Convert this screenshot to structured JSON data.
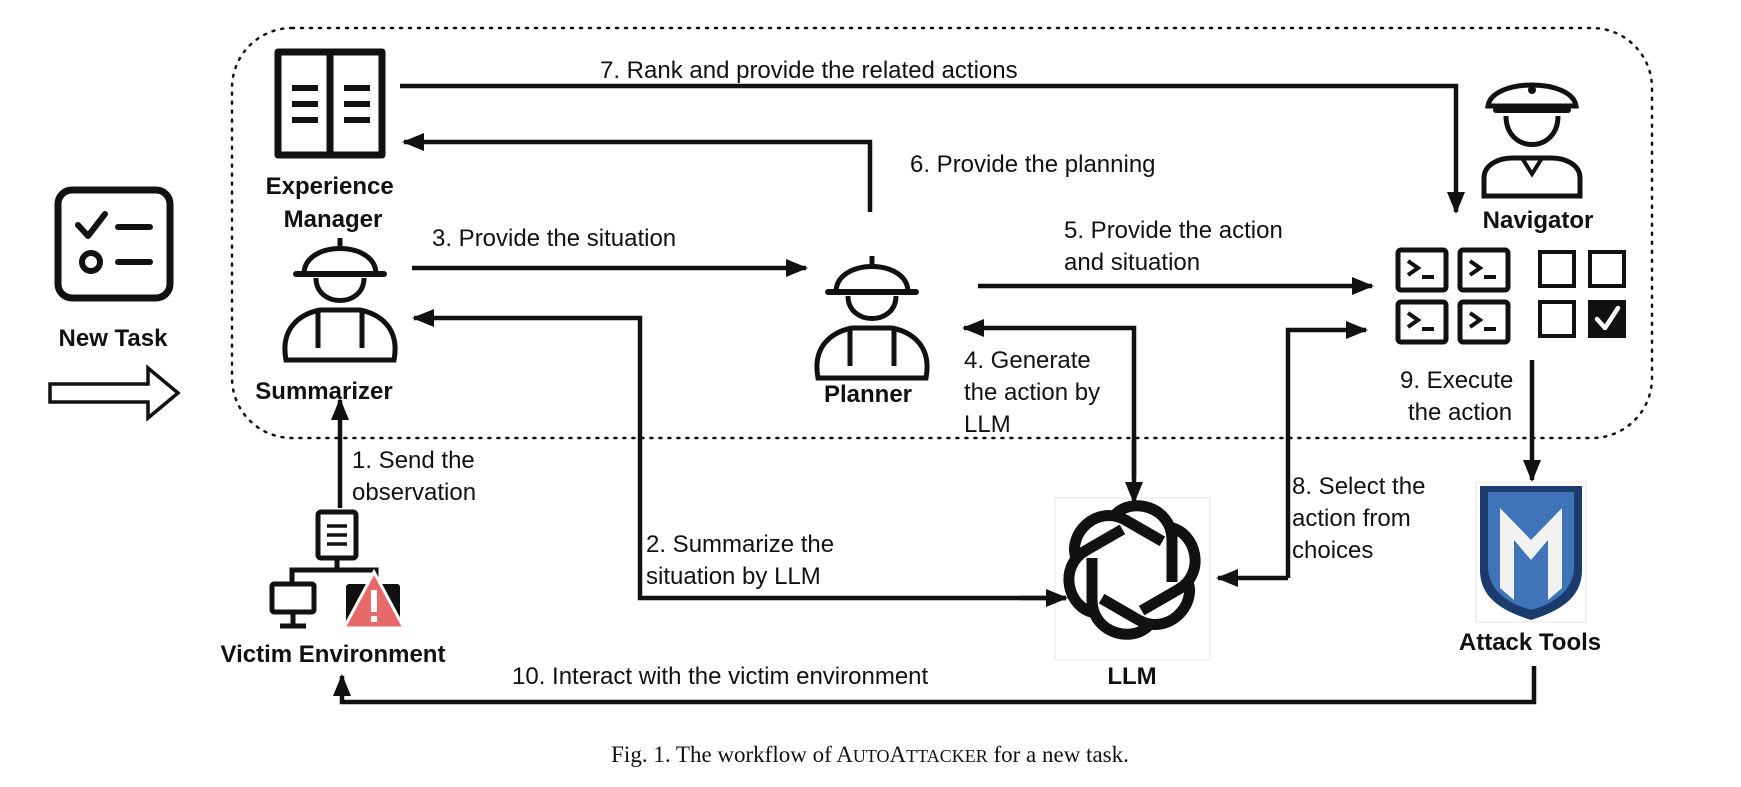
{
  "nodes": {
    "new_task": "New Task",
    "experience_manager": [
      "Experience",
      "Manager"
    ],
    "summarizer": "Summarizer",
    "planner": "Planner",
    "navigator": "Navigator",
    "victim_environment": "Victim Environment",
    "llm": "LLM",
    "attack_tools": "Attack Tools"
  },
  "edges": {
    "e1": [
      "1. Send the",
      "observation"
    ],
    "e2": [
      "2. Summarize the",
      "situation by LLM"
    ],
    "e3": "3. Provide the situation",
    "e4": [
      "4. Generate",
      "the action by",
      "LLM"
    ],
    "e5": [
      "5. Provide the action",
      "and situation"
    ],
    "e6": "6. Provide the planning",
    "e7": "7. Rank and provide the related actions",
    "e8": [
      "8. Select the",
      "action from",
      "choices"
    ],
    "e9": [
      "9. Execute",
      "the action"
    ],
    "e10": "10. Interact with the victim environment"
  },
  "caption": {
    "prefix": "Fig. 1.  The workflow of A",
    "sc1": "UTO",
    "mid": "A",
    "sc2": "TTACKER",
    "suffix": " for a new task."
  },
  "icons": {
    "new_task": "checklist-icon",
    "experience_manager": "book-icon",
    "summarizer": "worker-icon",
    "planner": "worker-icon",
    "navigator": "officer-icon",
    "navigator_actions": "terminal-grid-icon",
    "navigator_choices": "checkbox-grid-icon",
    "victim_environment": "network-warning-icon",
    "llm": "openai-logo-icon",
    "attack_tools": "metasploit-shield-icon"
  },
  "colors": {
    "line": "#111111",
    "warning": "#e8696a",
    "shield_dark": "#1d3c6e",
    "shield_light": "#3f74b8"
  }
}
